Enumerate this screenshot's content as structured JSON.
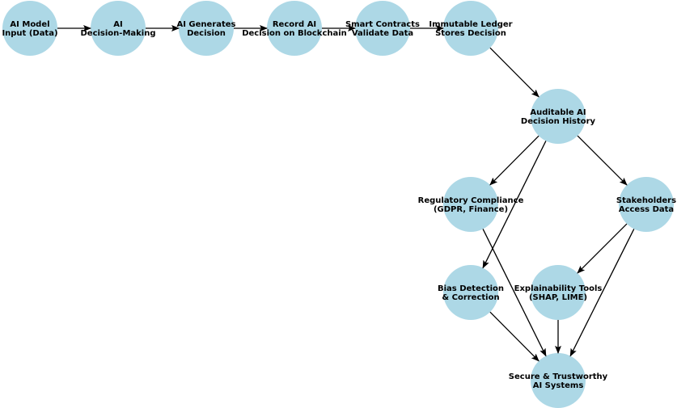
{
  "diagram": {
    "type": "directed-graph",
    "node_color": "#add8e6",
    "edge_color": "#000000",
    "nodes": [
      {
        "id": "input",
        "lines": [
          "AI Model",
          "Input (Data)"
        ]
      },
      {
        "id": "decision_making",
        "lines": [
          "AI",
          "Decision-Making"
        ]
      },
      {
        "id": "generates",
        "lines": [
          "AI Generates",
          "Decision"
        ]
      },
      {
        "id": "record",
        "lines": [
          "Record AI",
          "Decision on Blockchain"
        ]
      },
      {
        "id": "smart_contracts",
        "lines": [
          "Smart Contracts",
          "Validate Data"
        ]
      },
      {
        "id": "ledger",
        "lines": [
          "Immutable Ledger",
          "Stores Decision"
        ]
      },
      {
        "id": "auditable",
        "lines": [
          "Auditable AI",
          "Decision History"
        ]
      },
      {
        "id": "regulatory",
        "lines": [
          "Regulatory Compliance",
          "(GDPR, Finance)"
        ]
      },
      {
        "id": "stakeholders",
        "lines": [
          "Stakeholders",
          "Access Data"
        ]
      },
      {
        "id": "bias",
        "lines": [
          "Bias Detection",
          "& Correction"
        ]
      },
      {
        "id": "explainability",
        "lines": [
          "Explainability Tools",
          "(SHAP, LIME)"
        ]
      },
      {
        "id": "secure",
        "lines": [
          "Secure & Trustworthy",
          "AI Systems"
        ]
      }
    ],
    "edges": [
      {
        "from": "input",
        "to": "decision_making"
      },
      {
        "from": "decision_making",
        "to": "generates"
      },
      {
        "from": "generates",
        "to": "record"
      },
      {
        "from": "record",
        "to": "smart_contracts"
      },
      {
        "from": "smart_contracts",
        "to": "ledger"
      },
      {
        "from": "ledger",
        "to": "auditable"
      },
      {
        "from": "auditable",
        "to": "regulatory"
      },
      {
        "from": "auditable",
        "to": "stakeholders"
      },
      {
        "from": "auditable",
        "to": "bias"
      },
      {
        "from": "regulatory",
        "to": "secure"
      },
      {
        "from": "stakeholders",
        "to": "explainability"
      },
      {
        "from": "stakeholders",
        "to": "secure"
      },
      {
        "from": "bias",
        "to": "secure"
      },
      {
        "from": "explainability",
        "to": "secure"
      }
    ]
  }
}
